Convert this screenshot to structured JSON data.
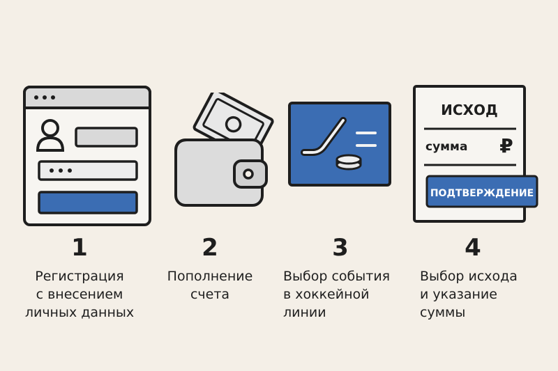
{
  "steps": [
    {
      "number": "1",
      "caption": [
        "Регистрация",
        "с внесением",
        "личных данных"
      ],
      "icon": "registration-form-icon"
    },
    {
      "number": "2",
      "caption": [
        "Пополнение",
        "счета"
      ],
      "icon": "wallet-icon"
    },
    {
      "number": "3",
      "caption": [
        "Выбор события",
        "в хоккейной",
        "линии"
      ],
      "icon": "hockey-line-icon"
    },
    {
      "number": "4",
      "caption": [
        "Выбор исхода",
        "и указание",
        "суммы"
      ],
      "icon": "bet-slip-icon"
    }
  ],
  "bet_slip": {
    "outcome_label": "ИСХОД",
    "amount_label": "сумма",
    "currency_symbol": "₽",
    "confirm_label": "ПОДТВЕРЖДЕНИЕ"
  },
  "colors": {
    "background": "#f4efe7",
    "accent_blue": "#3b6db3",
    "outline": "#1e1e1e",
    "light_gray": "#d9d9d9"
  }
}
